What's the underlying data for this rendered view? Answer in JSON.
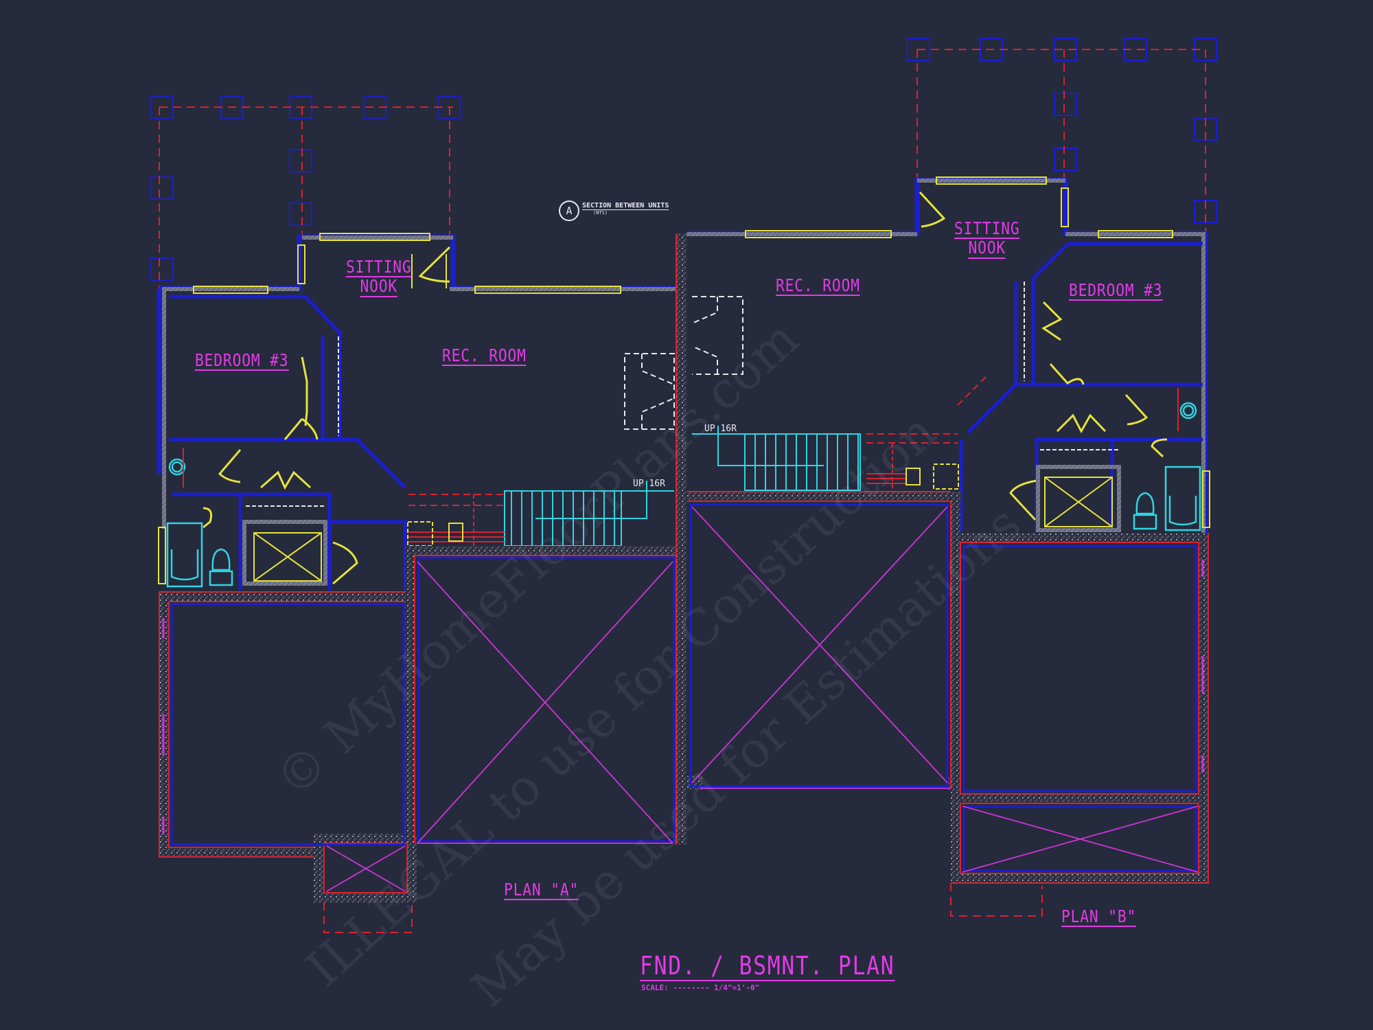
{
  "drawing": {
    "title": "FND. / BSMNT. PLAN",
    "scale_label": "SCALE: -------- 1/4\"=1'-0\"",
    "section_marker": {
      "symbol": "A",
      "label": "SECTION BETWEEN UNITS",
      "note": "(NTS)"
    }
  },
  "plan_a": {
    "label": "PLAN \"A\"",
    "rooms": {
      "bedroom": "BEDROOM #3",
      "sitting_line1": "SITTING",
      "sitting_line2": "NOOK",
      "rec_room": "REC. ROOM"
    },
    "stair_note": "UP 16R"
  },
  "plan_b": {
    "label": "PLAN \"B\"",
    "rooms": {
      "bedroom": "BEDROOM #3",
      "sitting_line1": "SITTING",
      "sitting_line2": "NOOK",
      "rec_room": "REC. ROOM"
    },
    "stair_note": "UP 16R"
  },
  "watermark": {
    "line1": "© MyHomeFloorPlans.com",
    "line2": "ILLEGAL to use for Construction",
    "line3": "May be used for Estimations"
  },
  "colors": {
    "background": "#262a3d",
    "wall_blue": "#1a1fd0",
    "foundation_red": "#d8232e",
    "label_magenta": "#e33be6",
    "window_yellow": "#e5e33a",
    "fixture_cyan": "#2fd6e0",
    "text_white": "#e8e8f0",
    "concrete_gray": "#5b5e6e"
  }
}
